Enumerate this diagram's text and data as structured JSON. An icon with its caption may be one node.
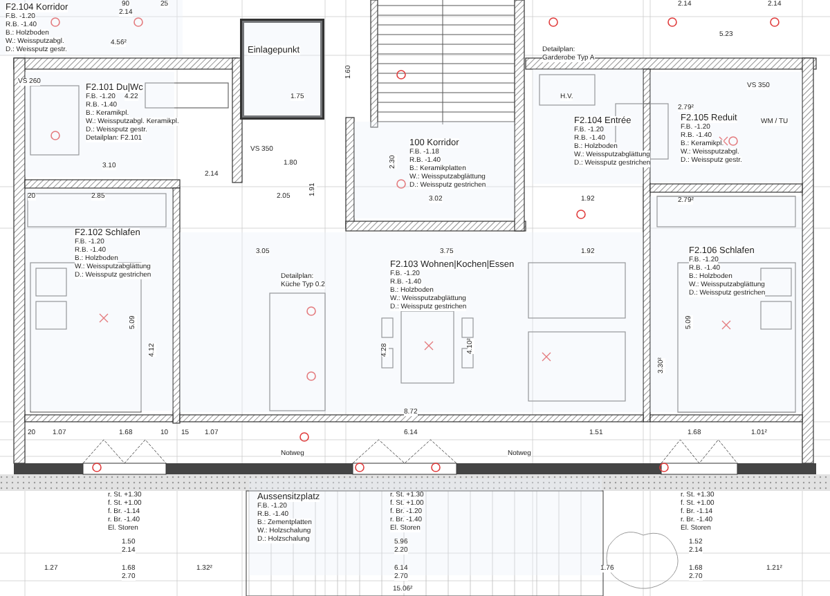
{
  "diagram": {
    "nodes": [
      {
        "text": [
          "F2.104 Korridor",
          "F.B. -1.20",
          "R.B. -1.40",
          "B.: Holzboden",
          "W.: Weissputzabgl.",
          "D.: Weissputz gestr."
        ]
      },
      {
        "text": [
          "F2.101 Du|Wc",
          "F.B. -1.20",
          "R.B. -1.40",
          "B.: Keramikpl.",
          "W.: Weissputzabgl. Keramikpl.",
          "D.: Weissputz gestr.",
          "Detailplan: F2.101"
        ]
      },
      {
        "text": [
          "F2.102 Schlafen",
          "F.B. -1.20",
          "R.B. -1.40",
          "B.: Holzboden",
          "W.: Weissputzabglättung",
          "D.: Weissputz gestrichen"
        ]
      },
      {
        "text": [
          "Einlagepunkt"
        ]
      },
      {
        "text": [
          "100 Korridor",
          "F.B. -1.18",
          "R.B. -1.40",
          "B.: Keramikplatten",
          "W.: Weissputzabglättung",
          "D.: Weissputz gestrichen"
        ]
      },
      {
        "text": [
          "F2.103 Wohnen|Kochen|Essen",
          "F.B. -1.20",
          "R.B. -1.40",
          "B.: Holzboden",
          "W.: Weissputzabglättung",
          "D.: Weissputz gestrichen"
        ]
      },
      {
        "text": [
          "F2.104 Entrée",
          "F.B. -1.20",
          "R.B. -1.40",
          "B.: Holzboden",
          "W.: Weissputzabglättung",
          "D.: Weissputz gestrichen"
        ]
      },
      {
        "text": [
          "F2.105 Reduit",
          "F.B. -1.20",
          "R.B. -1.40",
          "B.: Keramikpl.",
          "W.: Weissputzabgl.",
          "D.: Weissputz gestr."
        ]
      },
      {
        "text": [
          "F2.106 Schlafen",
          "F.B. -1.20",
          "R.B. -1.40",
          "B.: Holzboden",
          "W.: Weissputzabglättung",
          "D.: Weissputz gestrichen"
        ]
      },
      {
        "text": [
          "Aussensitzplatz",
          "F.B. -1.20",
          "R.B. -1.40",
          "B.: Zementplatten",
          "W.: Holzschalung",
          "D.: Holzschalung"
        ]
      }
    ],
    "labels": [
      "90",
      "2.14",
      "25",
      "4.56²",
      "VS 260",
      "4.22",
      "3.10",
      "VS 350",
      "1.80",
      "2.14",
      "20",
      "2.85",
      "2.05",
      "3.02",
      "1.75",
      "1.60",
      "2.30",
      "1.91",
      "5.23",
      "2.14",
      "2.14",
      "H.V.",
      "VS 350",
      "WM / TU",
      "2.79²",
      "1.92",
      "2.79²",
      "3.05",
      "3.75",
      "1.92",
      "Detailplan:",
      "Küche Typ 0.2",
      "Detailplan:",
      "Garderobe Typ A",
      "5.09",
      "4.12",
      "4.28",
      "4.10²",
      "5.09",
      "3.30²",
      "8.72",
      "20",
      "1.07",
      "1.68",
      "10",
      "15",
      "1.07",
      "6.14",
      "1.51",
      "1.68",
      "1.01²",
      "Notweg",
      "Notweg",
      "r. St. +1.30",
      "f. St. +1.00",
      "f. Br. -1.14",
      "r. Br. -1.40",
      "El. Storen",
      "r. St. +1.30",
      "f. St. +1.00",
      "f. Br. -1.20",
      "r. Br. -1.40",
      "El. Storen",
      "r. St. +1.30",
      "f. St. +1.00",
      "f. Br. -1.14",
      "r. Br. -1.40",
      "El. Storen",
      "1.50",
      "2.14",
      "5.96",
      "2.20",
      "1.52",
      "2.14",
      "1.27",
      "1.68",
      "2.70",
      "1.32²",
      "6.14",
      "2.70",
      "1.76",
      "1.68",
      "2.70",
      "1.21²",
      "15.06²"
    ]
  }
}
